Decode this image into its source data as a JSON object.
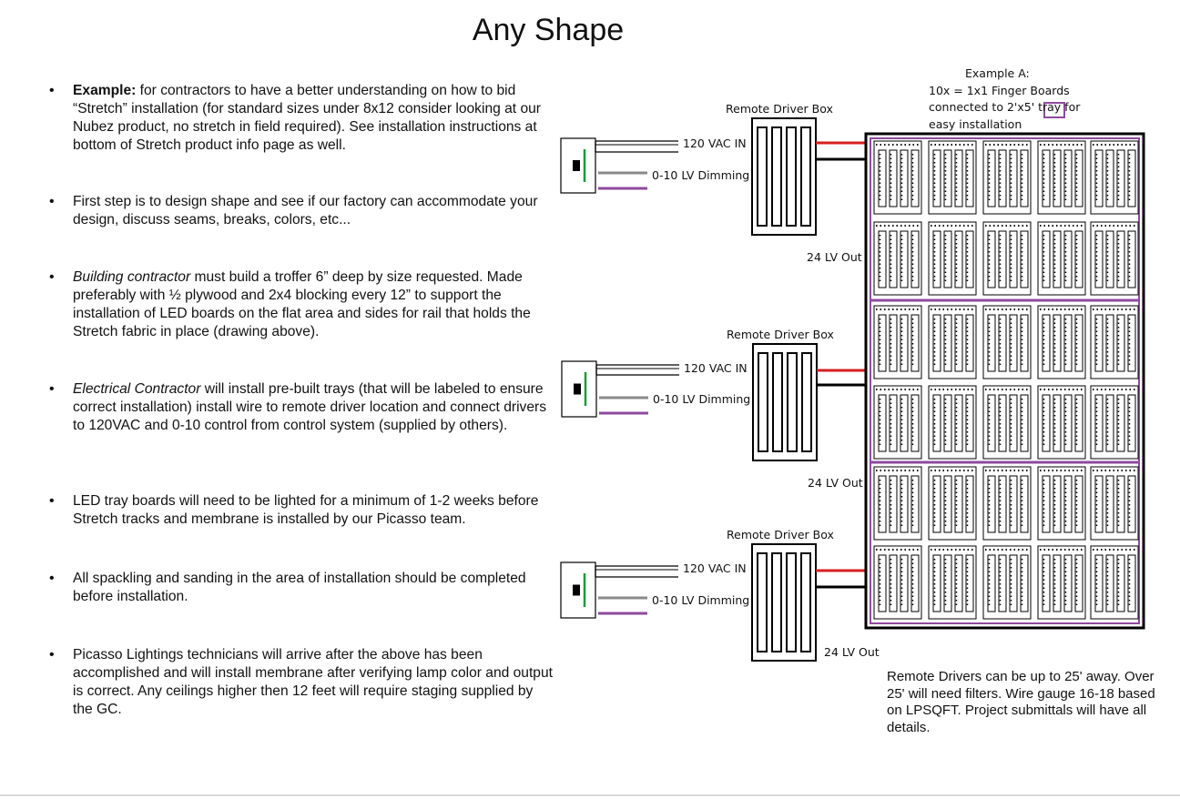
{
  "title": "Any Shape",
  "bullets": [
    {
      "lead": "Example:",
      "style": "bold",
      "rest": " for contractors to have a better understanding on how to bid “Stretch” installation (for standard sizes under 8x12 consider looking at our Nubez product, no stretch in field required). See installation instructions at bottom of Stretch product info page as well."
    },
    {
      "lead": "",
      "style": "normal",
      "rest": "First step is to design shape and see if our factory can accommodate your design, discuss seams, breaks, colors, etc..."
    },
    {
      "lead": "Building contractor",
      "style": "italic",
      "rest": " must build a troffer 6” deep by size requested. Made preferably with ½ plywood and 2x4 blocking every 12” to support the installation of LED boards on the flat area and sides for rail that holds the Stretch fabric in place (drawing above)."
    },
    {
      "lead": "Electrical Contractor",
      "style": "italic",
      "rest": " will install pre-built trays (that will be labeled to ensure correct installation) install wire to remote driver location and connect drivers to 120VAC and 0-10 control from control system (supplied by others)."
    },
    {
      "lead": "",
      "style": "normal",
      "rest": "LED tray boards will need to be lighted for a minimum of 1-2 weeks before Stretch tracks and membrane is installed by our Picasso team."
    },
    {
      "lead": "",
      "style": "normal",
      "rest": "All spackling and sanding in the area of installation should be completed before installation."
    },
    {
      "lead": "",
      "style": "normal",
      "rest": "Picasso Lightings technicians will arrive after the above has been accomplished and will install membrane after verifying lamp color and output is correct. Any ceilings higher then 12 feet will require staging supplied by the GC."
    }
  ],
  "diagram": {
    "driver_label": "Remote Driver Box",
    "ac_label": "120 VAC  IN",
    "dim_label": "0-10 LV Dimming",
    "out_label": "24 LV Out",
    "example_title": "Example A:",
    "example_lines": [
      "10x = 1x1 Finger Boards",
      "connected to 2'x5' tray for",
      "easy installation"
    ],
    "note": "Remote Drivers can be up to 25' away. Over 25' will need filters. Wire gauge 16-18 based on LPSQFT. Project submittals will have all details.",
    "colors": {
      "purple": "#8e4a9e",
      "red": "#d62020",
      "green": "#1a9a3c",
      "gray": "#8a8a8a",
      "black": "#000000"
    }
  }
}
